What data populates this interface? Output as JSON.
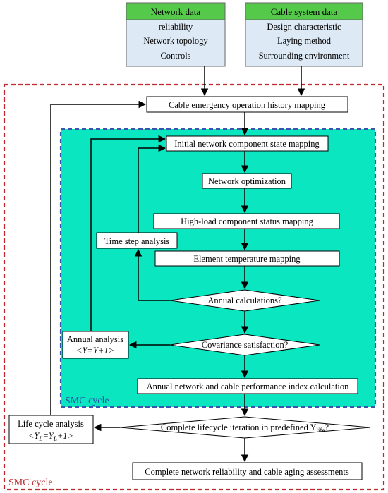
{
  "colors": {
    "header_green": "#55c94a",
    "header_box_fill": "#dde9f5",
    "outer_frame": "#c0282d",
    "inner_fill": "#0ae6c0",
    "inner_frame": "#3a55b0",
    "box_fill": "#ffffff",
    "diamond_fill": "#ffffff",
    "outer_label_color": "#c0282d",
    "inner_label_color": "#2b4aa8"
  },
  "inputs": {
    "network": {
      "title": "Network data",
      "items": [
        "reliability",
        "Network topology",
        "Controls"
      ]
    },
    "cable": {
      "title": "Cable system data",
      "items": [
        "Design characteristic",
        "Laying method",
        "Surrounding environment"
      ]
    }
  },
  "steps": {
    "emergency_mapping": "Cable emergency operation history mapping",
    "initial_state": "Initial network component state mapping",
    "optimization": "Network optimization",
    "high_load": "High-load component status mapping",
    "element_temp": "Element temperature mapping",
    "time_step": "Time step analysis",
    "annual_calc": "Annual calculations?",
    "covariance": "Covariance satisfaction?",
    "annual_analysis_line1": "Annual analysis",
    "annual_analysis_line2": "<Y=Y+1>",
    "performance_index": "Annual network and cable performance index calculation",
    "lifecycle_question": "Complete lifecycle iteration in predefined Y",
    "lifecycle_question_sub": "life",
    "lifecycle_question_end": "?",
    "life_cycle_line1": "Life cycle analysis",
    "life_cycle_line2": "<Y",
    "life_cycle_sub": "L",
    "life_cycle_line2_mid": "=Y",
    "life_cycle_line2_end": "+1>",
    "final": "Complete network reliability and cable aging assessments"
  },
  "labels": {
    "inner_cycle": "SMC cycle",
    "outer_cycle": "SMC cycle"
  }
}
